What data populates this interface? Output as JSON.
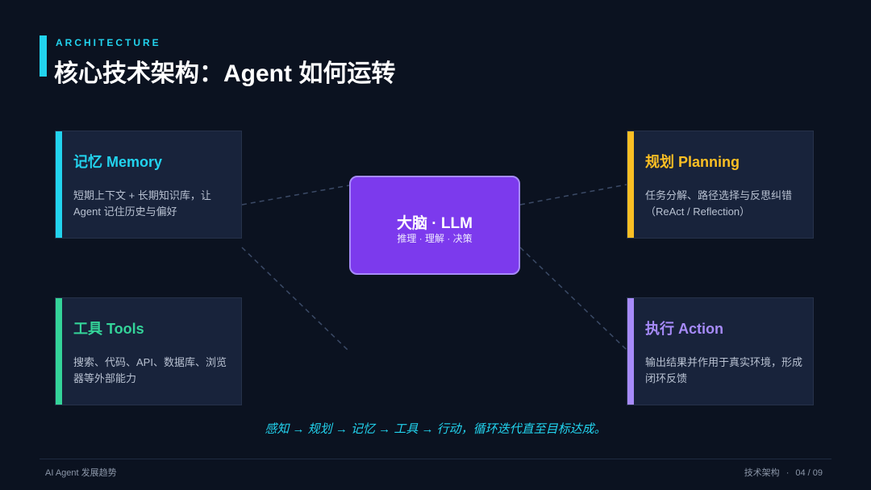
{
  "header": {
    "kicker": "ARCHITECTURE",
    "title": "核心技术架构：Agent 如何运转"
  },
  "core": {
    "title": "大脑 · LLM",
    "subtitle": "推理 · 理解 · 决策"
  },
  "modules": {
    "memory": {
      "title": "记忆 Memory",
      "desc": "短期上下文 + 长期知识库，让 Agent 记住历史与偏好",
      "color": "#22d3ee"
    },
    "tools": {
      "title": "工具 Tools",
      "desc": "搜索、代码、API、数据库、浏览器等外部能力",
      "color": "#34d399"
    },
    "planning": {
      "title": "规划 Planning",
      "desc": "任务分解、路径选择与反思纠错（ReAct / Reflection）",
      "color": "#fbbf24"
    },
    "action": {
      "title": "执行 Action",
      "desc": "输出结果并作用于真实环境，形成闭环反馈",
      "color": "#a78bfa"
    }
  },
  "summary": "感知 → 规划 → 记忆 → 工具 → 行动，循环迭代直至目标达成。",
  "footer": {
    "left": "AI Agent 发展趋势",
    "section": "技术架构",
    "page": "04 / 09"
  },
  "colors": {
    "background": "#0b1220",
    "card": "#18233b",
    "core": "#7c3aed",
    "accent": "#22d3ee"
  }
}
